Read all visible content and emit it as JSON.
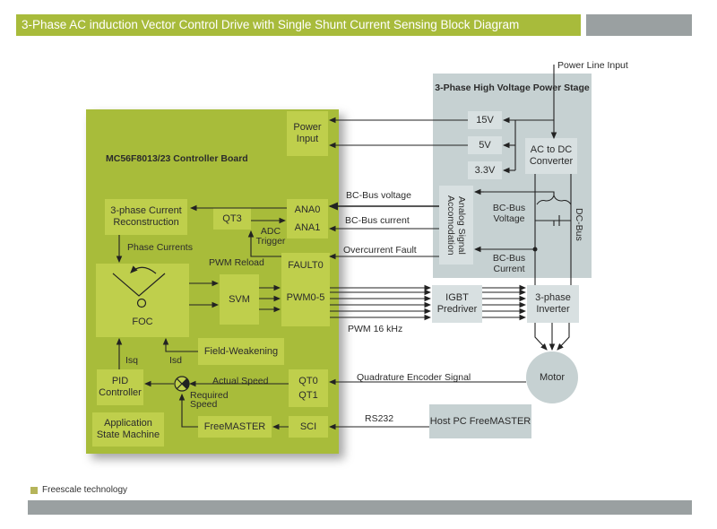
{
  "title": "3-Phase AC induction Vector Control Drive with Single Shunt Current Sensing Block Diagram",
  "legend": {
    "label": "Freescale technology",
    "swatch_color": "#b5b45a"
  },
  "colors": {
    "accent_green": "#a8bc3a",
    "block_green": "#bfcf4c",
    "stage_grey": "#c6d1d2",
    "bar_grey": "#9aa0a1"
  },
  "controller_board": {
    "title": "MC56F8013/23 Controller Board",
    "blocks": {
      "power_input": "Power Input",
      "current_reconstruction": "3-phase Current Reconstruction",
      "qt3": "QT3",
      "ana0": "ANA0",
      "ana1": "ANA1",
      "fault0": "FAULT0",
      "foc": "FOC",
      "svm": "SVM",
      "pwm": "PWM0-5",
      "field_weakening": "Field-Weakening",
      "pid": "PID Controller",
      "qt0": "QT0",
      "qt1": "QT1",
      "app_state_machine": "Application State Machine",
      "freemaster": "FreeMASTER",
      "sci": "SCI"
    },
    "labels": {
      "phase_currents": "Phase Currents",
      "adc_trigger": "ADC Trigger",
      "pwm_reload": "PWM Reload",
      "isq": "Isq",
      "isd": "Isd",
      "actual_speed": "Actual Speed",
      "required_speed": "Required Speed"
    }
  },
  "power_stage": {
    "title": "3-Phase High Voltage Power Stage",
    "blocks": {
      "v15": "15V",
      "v5": "5V",
      "v33": "3.3V",
      "ac_dc": "AC to DC Converter",
      "analog_signal": "Analog Signal Accomodation",
      "igbt": "IGBT Predriver",
      "inverter": "3-phase Inverter"
    },
    "labels": {
      "bc_bus_voltage": "BC-Bus Voltage",
      "bc_bus_current": "BC-Bus Current",
      "dc_bus": "DC-Bus"
    }
  },
  "external": {
    "power_line_input": "Power Line Input",
    "motor": "Motor",
    "host_pc": "Host PC FreeMASTER"
  },
  "signals": {
    "bc_bus_voltage": "BC-Bus voltage",
    "bc_bus_current": "BC-Bus current",
    "overcurrent_fault": "Overcurrent Fault",
    "pwm_freq": "PWM 16 kHz",
    "quadrature": "Quadrature Encoder Signal",
    "rs232": "RS232"
  }
}
